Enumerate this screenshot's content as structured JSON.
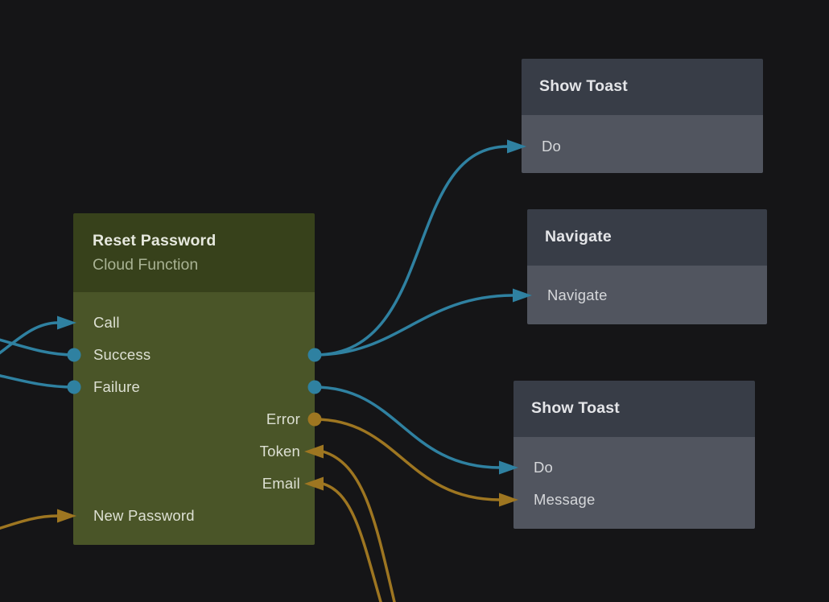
{
  "colors": {
    "background": "#151517",
    "exec_wire": "#2f81a1",
    "data_wire": "#9e7621",
    "green_node_header": "#37411b",
    "green_node_body": "#4a5528",
    "gray_node_header": "#383d47",
    "gray_node_body": "#51555f"
  },
  "nodes": {
    "reset_password": {
      "title": "Reset Password",
      "subtitle": "Cloud Function",
      "ports": {
        "call": "Call",
        "success": "Success",
        "failure": "Failure",
        "error": "Error",
        "token": "Token",
        "email": "Email",
        "new_password": "New Password"
      }
    },
    "show_toast_top": {
      "title": "Show Toast",
      "ports": {
        "do": "Do"
      }
    },
    "navigate": {
      "title": "Navigate",
      "ports": {
        "navigate": "Navigate"
      }
    },
    "show_toast_bottom": {
      "title": "Show Toast",
      "ports": {
        "do": "Do",
        "message": "Message"
      }
    }
  },
  "connections": [
    {
      "from": "offscreen-left",
      "to": "reset_password.call",
      "type": "exec"
    },
    {
      "from": "reset_password.success",
      "to": "offscreen-left",
      "type": "exec"
    },
    {
      "from": "reset_password.failure",
      "to": "offscreen-left",
      "type": "exec"
    },
    {
      "from": "reset_password.success",
      "to": "show_toast_top.do",
      "type": "exec"
    },
    {
      "from": "reset_password.success",
      "to": "navigate.navigate",
      "type": "exec"
    },
    {
      "from": "reset_password.failure",
      "to": "show_toast_bottom.do",
      "type": "exec"
    },
    {
      "from": "reset_password.error",
      "to": "show_toast_bottom.message",
      "type": "data"
    },
    {
      "from": "offscreen-bottom",
      "to": "reset_password.token",
      "type": "data"
    },
    {
      "from": "offscreen-bottom",
      "to": "reset_password.email",
      "type": "data"
    },
    {
      "from": "offscreen-left",
      "to": "reset_password.new_password",
      "type": "data"
    }
  ]
}
